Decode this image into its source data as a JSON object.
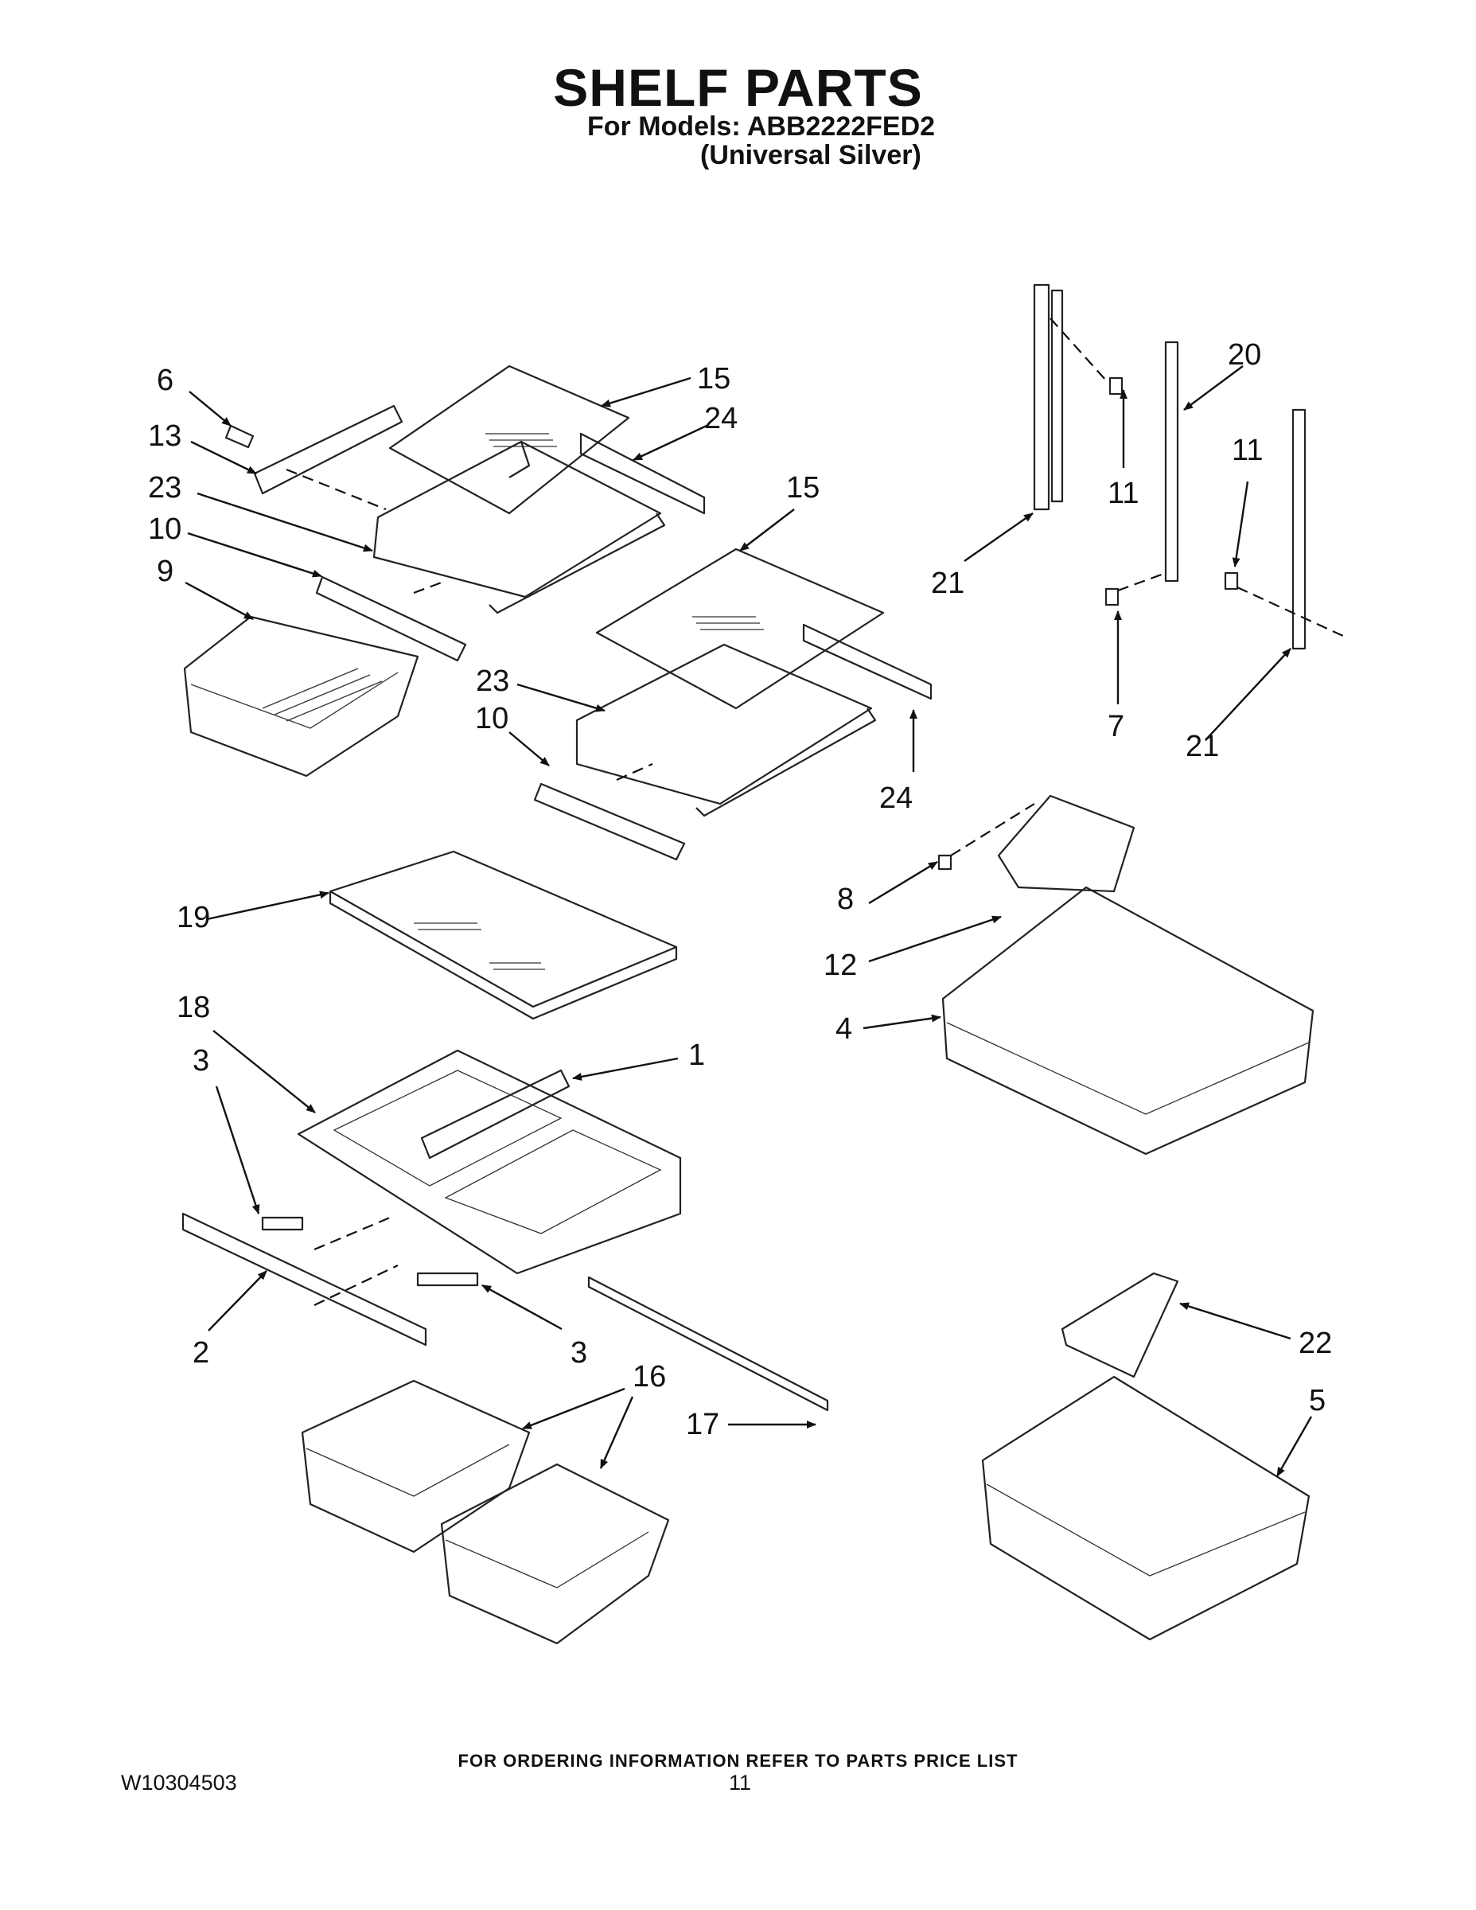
{
  "header": {
    "title": "SHELF PARTS",
    "models_line": "For Models: ABB2222FED2",
    "color_line": "(Universal Silver)"
  },
  "callouts": [
    "6",
    "13",
    "23",
    "10",
    "9",
    "15",
    "24",
    "15",
    "23",
    "10",
    "24",
    "21",
    "11",
    "20",
    "11",
    "21",
    "7",
    "21",
    "19",
    "18",
    "3",
    "1",
    "2",
    "3",
    "16",
    "17",
    "8",
    "12",
    "4",
    "22",
    "5"
  ],
  "footer": {
    "note": "FOR ORDERING INFORMATION REFER TO PARTS PRICE LIST",
    "doc_number": "W10304503",
    "page_number": "11"
  }
}
